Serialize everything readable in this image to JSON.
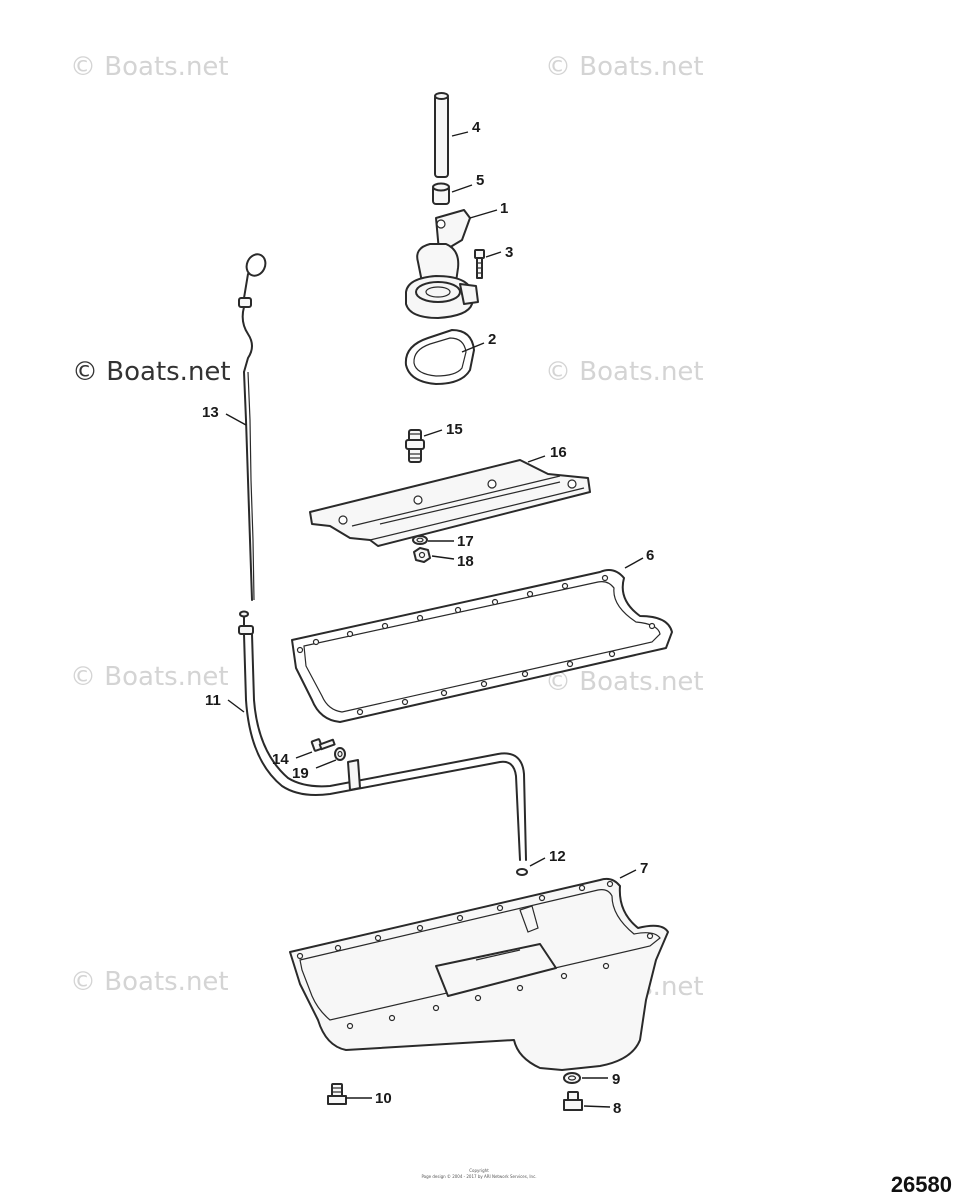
{
  "diagram_id": "26580",
  "watermark": "© Boats.net",
  "copyright_caption": "Copyright",
  "copyright_line": "Page design © 2004 - 2017 by ARI Network Services, Inc.",
  "callouts": {
    "c1": "1",
    "c2": "2",
    "c3": "3",
    "c4": "4",
    "c5": "5",
    "c6": "6",
    "c7": "7",
    "c8": "8",
    "c9": "9",
    "c10": "10",
    "c11": "11",
    "c12": "12",
    "c13": "13",
    "c14": "14",
    "c15": "15",
    "c16": "16",
    "c17": "17",
    "c18": "18",
    "c19": "19"
  }
}
